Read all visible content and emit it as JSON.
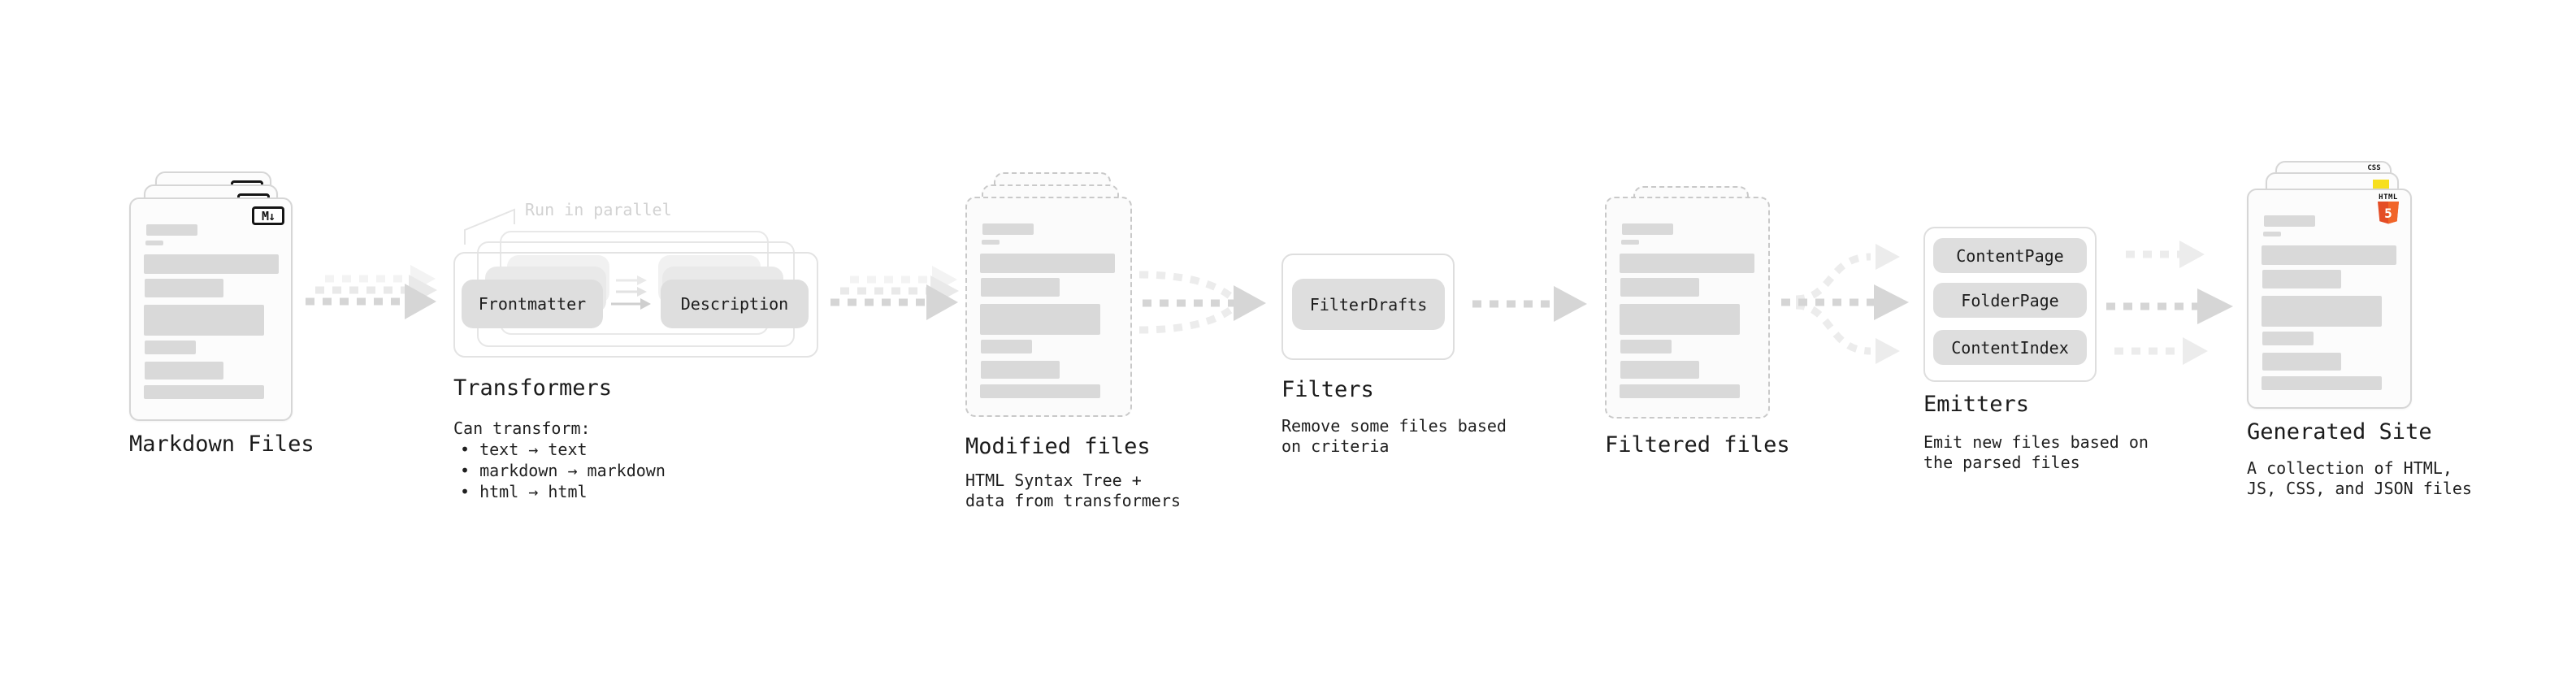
{
  "diagram": {
    "nodes": {
      "markdown_files": {
        "title": "Markdown Files",
        "badge": "M↓"
      },
      "transformers": {
        "title": "Transformers",
        "annotation": "Run in parallel",
        "pills": [
          "Frontmatter",
          "Description"
        ],
        "caption_heading": "Can transform:",
        "bullets": [
          "• text → text",
          "• markdown → markdown",
          "• html → html"
        ]
      },
      "modified_files": {
        "title": "Modified files",
        "caption": [
          "HTML Syntax Tree +",
          "data from transformers"
        ]
      },
      "filters": {
        "title": "Filters",
        "pills": [
          "FilterDrafts"
        ],
        "caption": [
          "Remove some files based",
          "on criteria"
        ]
      },
      "filtered_files": {
        "title": "Filtered files"
      },
      "emitters": {
        "title": "Emitters",
        "pills": [
          "ContentPage",
          "FolderPage",
          "ContentIndex"
        ],
        "caption": [
          "Emit new files based on",
          "the parsed files"
        ]
      },
      "generated_site": {
        "title": "Generated Site",
        "caption": [
          "A collection of HTML,",
          "JS, CSS, and JSON files"
        ],
        "badges": {
          "css": "CSS",
          "html": "HTML",
          "html5_number": "5"
        }
      }
    },
    "colors": {
      "html5_orange": "#e44d26",
      "html5_orange_light": "#f16529",
      "js_yellow": "#f7df1e",
      "css_blue": "#2965f1",
      "badge_black": "#151515"
    }
  }
}
